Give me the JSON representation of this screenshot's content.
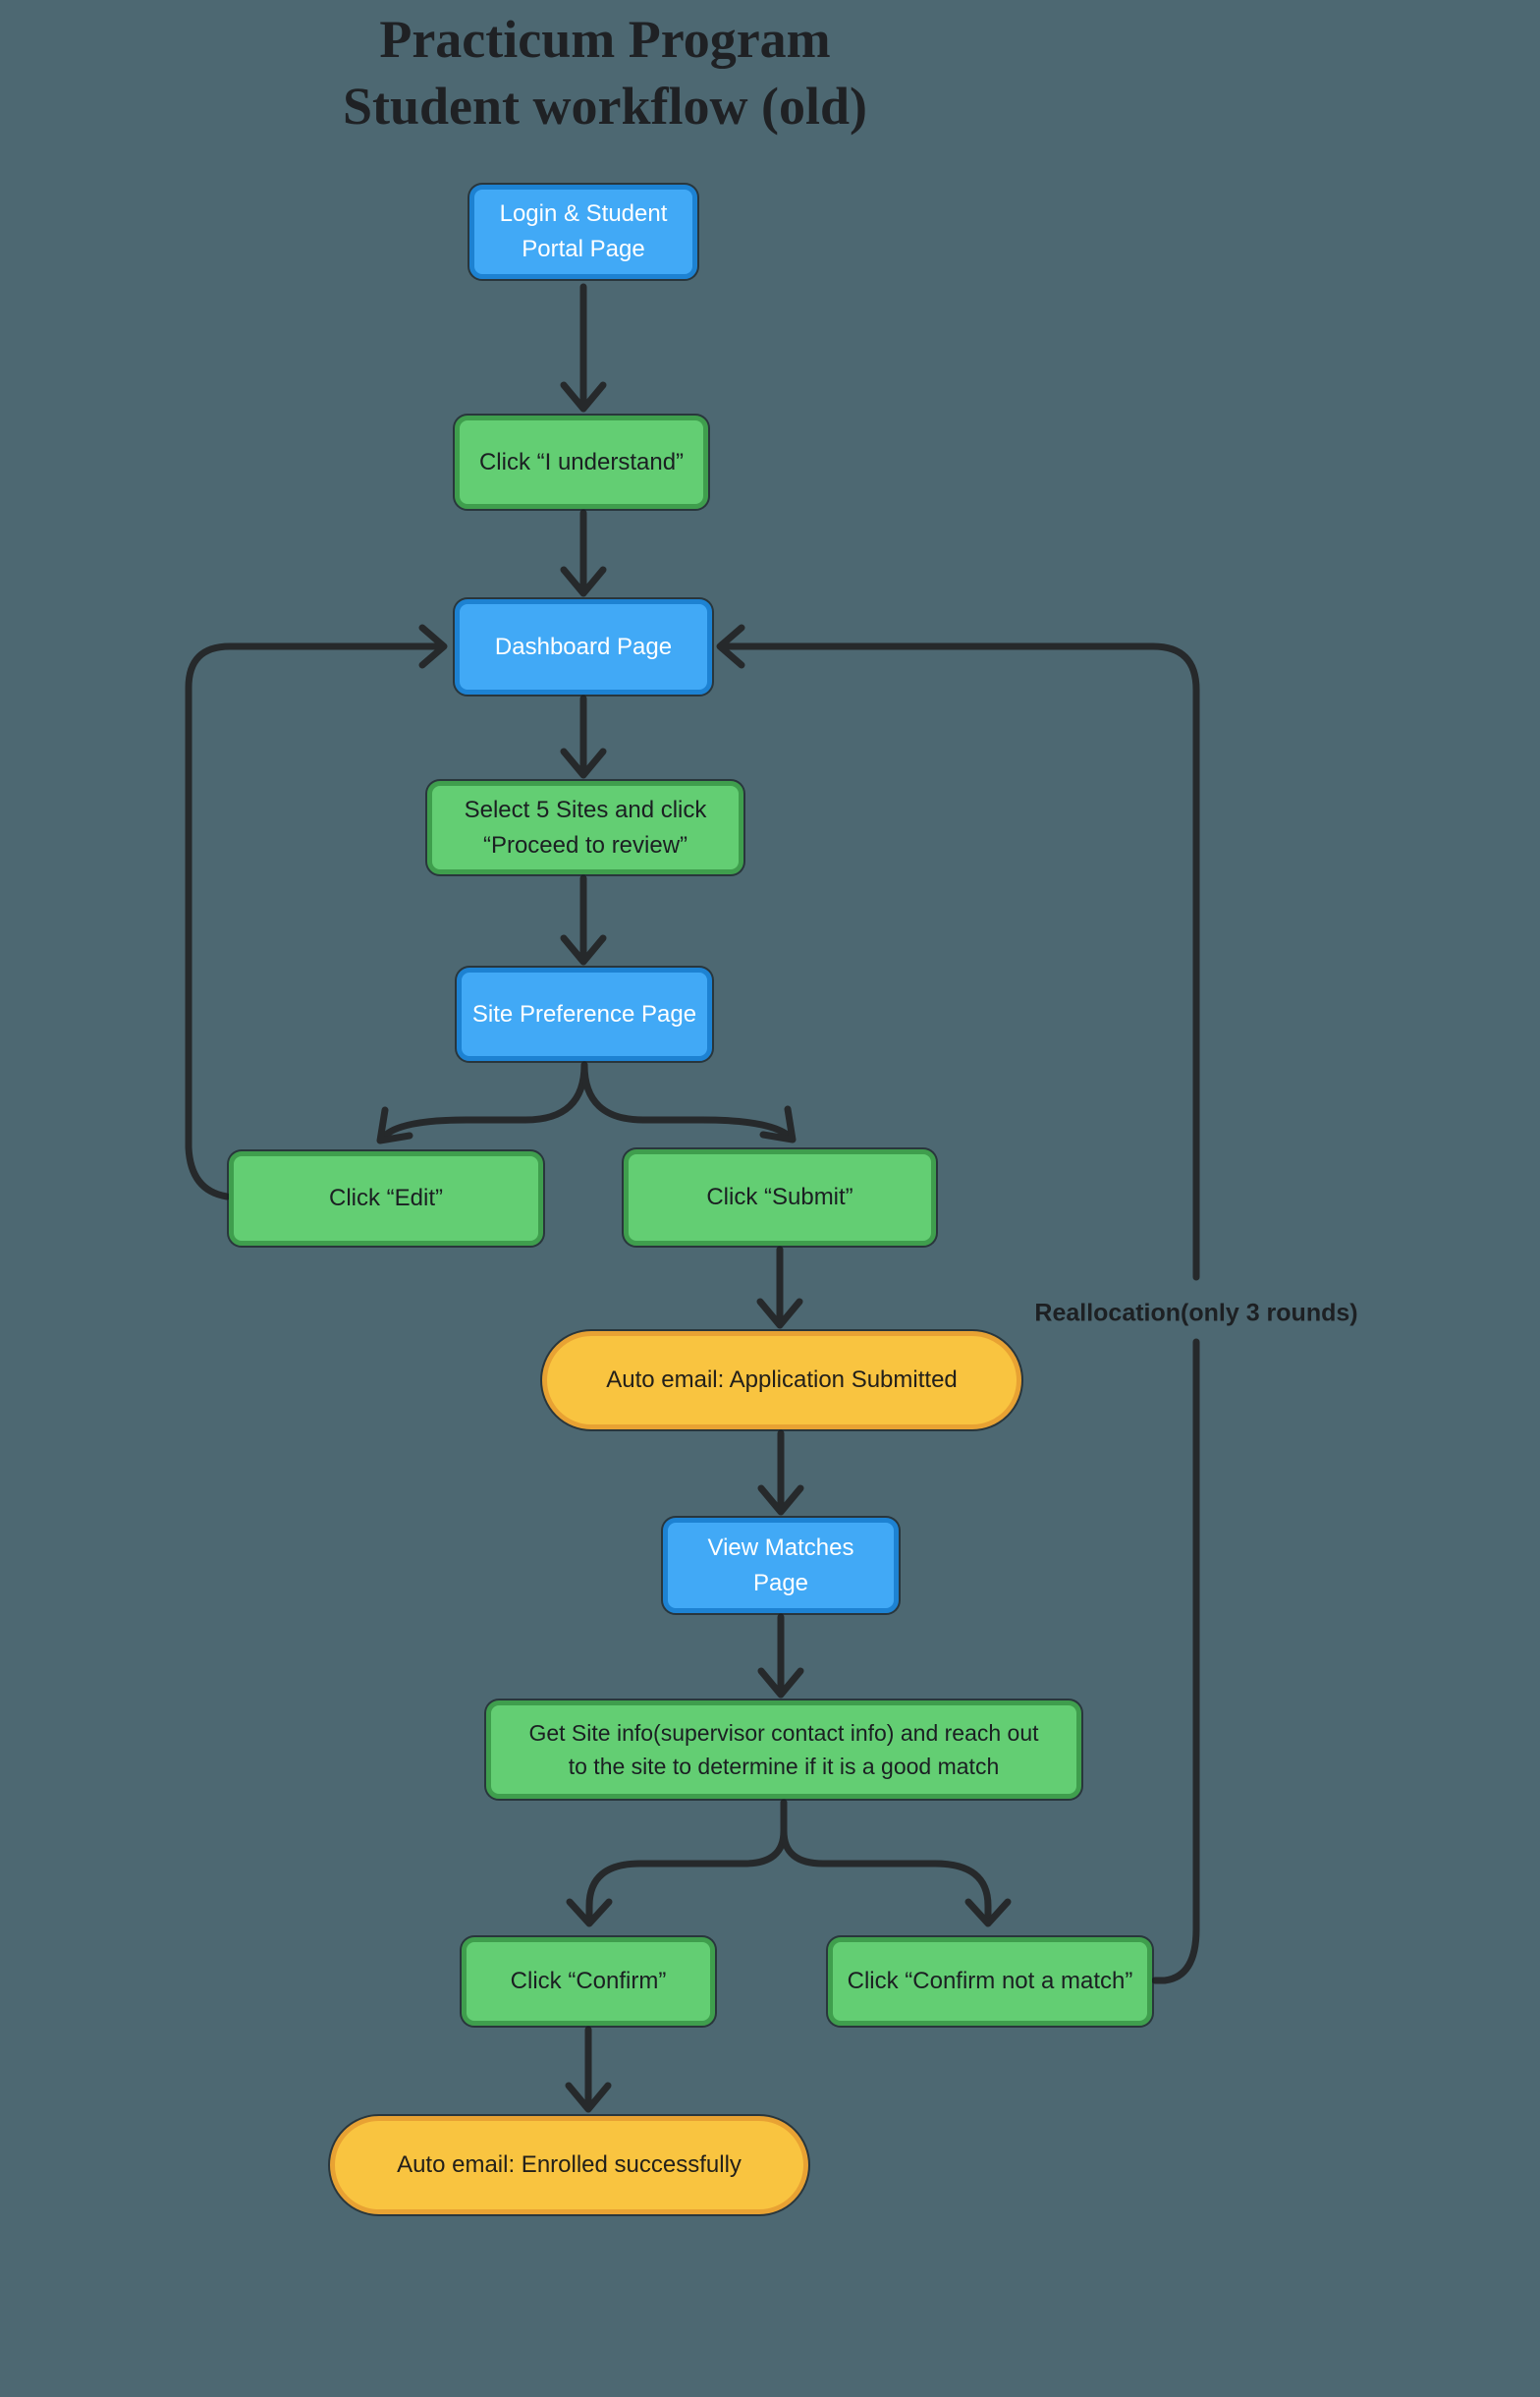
{
  "title": {
    "line1": "Practicum Program",
    "line2": "Student workflow (old)"
  },
  "nodes": {
    "login": {
      "lines": [
        "Login & Student",
        "Portal Page"
      ]
    },
    "understand": {
      "lines": [
        "Click “I understand”"
      ]
    },
    "dashboard": {
      "lines": [
        "Dashboard Page"
      ]
    },
    "select5": {
      "lines": [
        "Select 5 Sites and click",
        "“Proceed to review”"
      ]
    },
    "sitepref": {
      "lines": [
        "Site Preference Page"
      ]
    },
    "edit": {
      "lines": [
        "Click “Edit”"
      ]
    },
    "submit": {
      "lines": [
        "Click “Submit”"
      ]
    },
    "email1": {
      "lines": [
        "Auto email: Application Submitted"
      ]
    },
    "viewmatches": {
      "lines": [
        "View Matches",
        "Page"
      ]
    },
    "getinfo": {
      "lines": [
        "Get Site info(supervisor contact info) and reach out",
        "to the site to determine if it is a good match"
      ]
    },
    "confirm": {
      "lines": [
        "Click “Confirm”"
      ]
    },
    "notmatch": {
      "lines": [
        "Click “Confirm not a match”"
      ]
    },
    "email2": {
      "lines": [
        "Auto email: Enrolled successfully"
      ]
    }
  },
  "labels": {
    "reallocation": "Reallocation(only 3 rounds)"
  },
  "colors": {
    "background": "#4d6872",
    "page_node_fill": "#41a9f6",
    "page_node_border": "#1d82d2",
    "action_node_fill": "#63ce73",
    "action_node_border": "#3f9e4d",
    "email_node_fill": "#f9c440",
    "email_node_border": "#e8a233",
    "arrow": "#26292b",
    "title_text": "#1f2124",
    "light_text": "#ffffff",
    "dark_text": "#1b1f22"
  }
}
